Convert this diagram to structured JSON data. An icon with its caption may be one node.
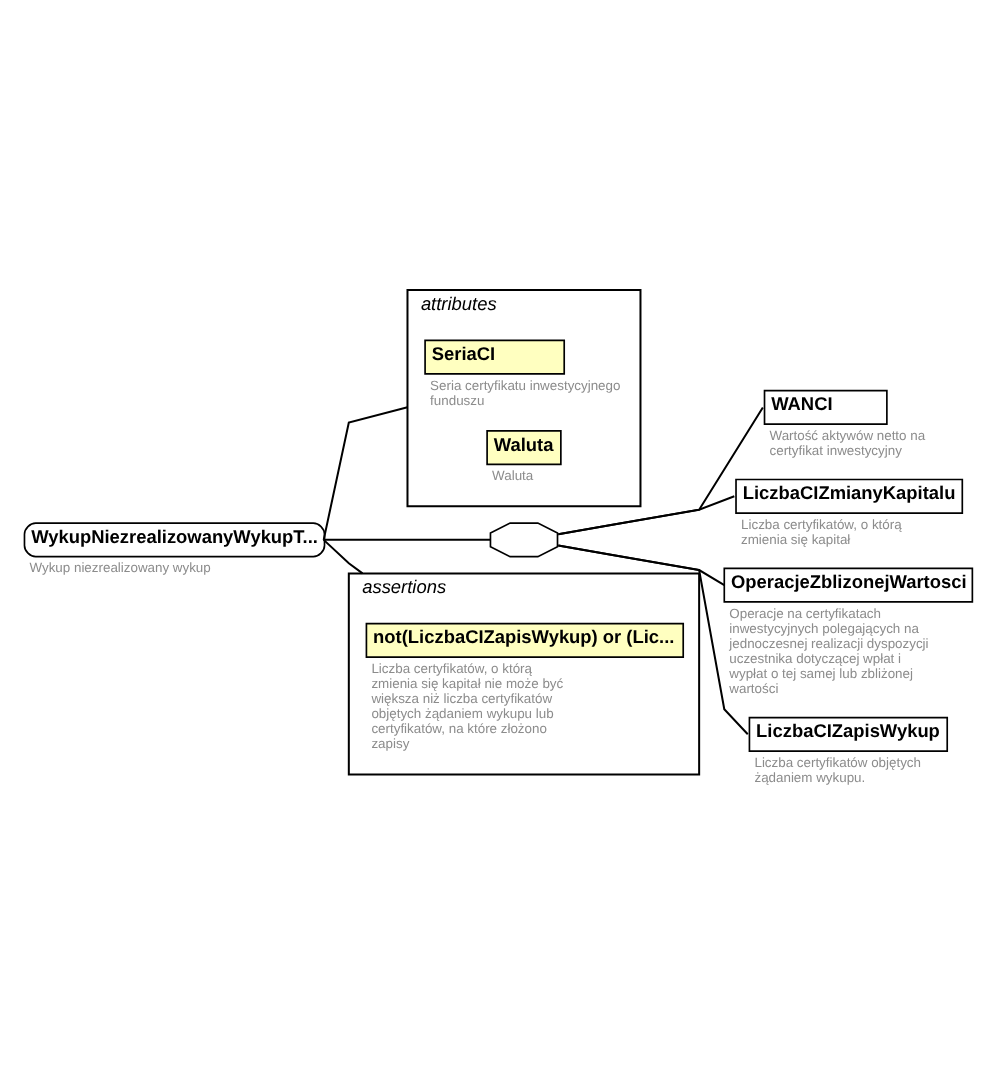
{
  "diagram": {
    "nodes": [
      {
        "text": [
          "WykupNiezrealizowanyWykupT..."
        ],
        "beside": [
          "Wykup niezrealizowany wykup"
        ]
      },
      {
        "text": [
          "attributes"
        ]
      },
      {
        "text": [
          "SeriaCI"
        ],
        "in": 1,
        "beside": [
          "Seria certyfikatu inwestycyjnego funduszu"
        ]
      },
      {
        "text": [
          "Waluta"
        ],
        "in": 1,
        "beside": [
          "Waluta"
        ]
      },
      {
        "text": [],
        "shape": "octagon"
      },
      {
        "text": [
          "WANCI"
        ],
        "beside": [
          "Wartość aktywów netto na certyfikat inwestycyjny"
        ]
      },
      {
        "text": [
          "LiczbaCIZmianyKapitalu"
        ],
        "beside": [
          "Liczba certyfikatów, o którą zmienia się kapitał"
        ]
      },
      {
        "text": [
          "OperacjeZblizonejWartosci"
        ],
        "beside": [
          "Operacje na certyfikatach inwestycyjnych polegających na jednoczesnej realizacji dyspozycji uczestnika dotyczącej wpłat i wypłat o tej samej lub zbliżonej wartości"
        ]
      },
      {
        "text": [
          "LiczbaCIZapisWykup"
        ],
        "beside": [
          "Liczba certyfikatów objętych żądaniem wykupu."
        ]
      },
      {
        "text": [
          "assertions"
        ]
      },
      {
        "text": [
          "not(LiczbaCIZapisWykup) or (Lic..."
        ],
        "in": 9,
        "beside": [
          "Liczba certyfikatów, o którą zmienia się kapitał nie może być większa niż liczba certyfikatów objętych żądaniem wykupu lub certyfikatów, na które złożono zapisy"
        ]
      }
    ],
    "edges": [
      {
        "from": 0,
        "to": 1,
        "arrow": "none"
      },
      {
        "from": 0,
        "to": 4,
        "arrow": "none"
      },
      {
        "from": 4,
        "to": 5,
        "arrow": "none"
      },
      {
        "from": 4,
        "to": 6,
        "arrow": "none"
      },
      {
        "from": 4,
        "to": 7,
        "arrow": "none"
      },
      {
        "from": 4,
        "to": 8,
        "arrow": "none"
      },
      {
        "from": 0,
        "to": 9,
        "arrow": "none"
      }
    ]
  }
}
